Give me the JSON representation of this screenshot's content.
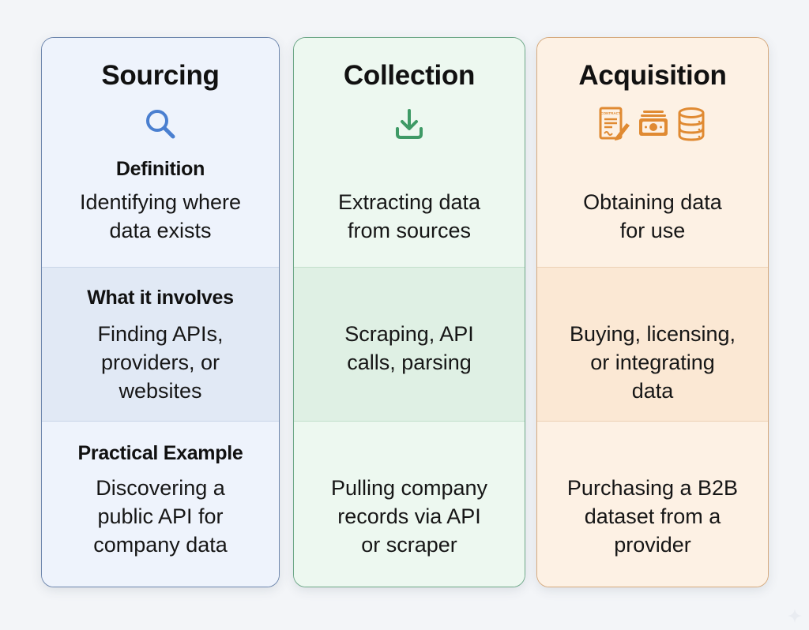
{
  "columns": [
    {
      "title": "Sourcing",
      "accent": "#4a7fd0",
      "icons": [
        "search-icon"
      ],
      "rows": [
        {
          "label": "Definition",
          "lines": [
            "Identifying where",
            "data exists"
          ]
        },
        {
          "label": "What it involves",
          "lines": [
            "Finding APIs,",
            "providers, or",
            "websites"
          ]
        },
        {
          "label": "Practical Example",
          "lines": [
            "Discovering a",
            "public API for",
            "company data"
          ]
        }
      ]
    },
    {
      "title": "Collection",
      "accent": "#3f9a66",
      "icons": [
        "download-icon"
      ],
      "rows": [
        {
          "label": "",
          "lines": [
            "Extracting data",
            "from sources"
          ]
        },
        {
          "label": "",
          "lines": [
            "Scraping, API",
            "calls, parsing"
          ]
        },
        {
          "label": "",
          "lines": [
            "Pulling company",
            "records via API",
            "or scraper"
          ]
        }
      ]
    },
    {
      "title": "Acquisition",
      "accent": "#e08a32",
      "icons": [
        "contract-icon",
        "money-stack-icon",
        "database-icon"
      ],
      "icon_text": {
        "contract": "CONTRACT"
      },
      "rows": [
        {
          "label": "",
          "lines": [
            "Obtaining data",
            "for use"
          ]
        },
        {
          "label": "",
          "lines": [
            "Buying, licensing,",
            "or integrating",
            "data"
          ]
        },
        {
          "label": "",
          "lines": [
            "Purchasing a B2B",
            "dataset from a",
            "provider"
          ]
        }
      ]
    }
  ]
}
